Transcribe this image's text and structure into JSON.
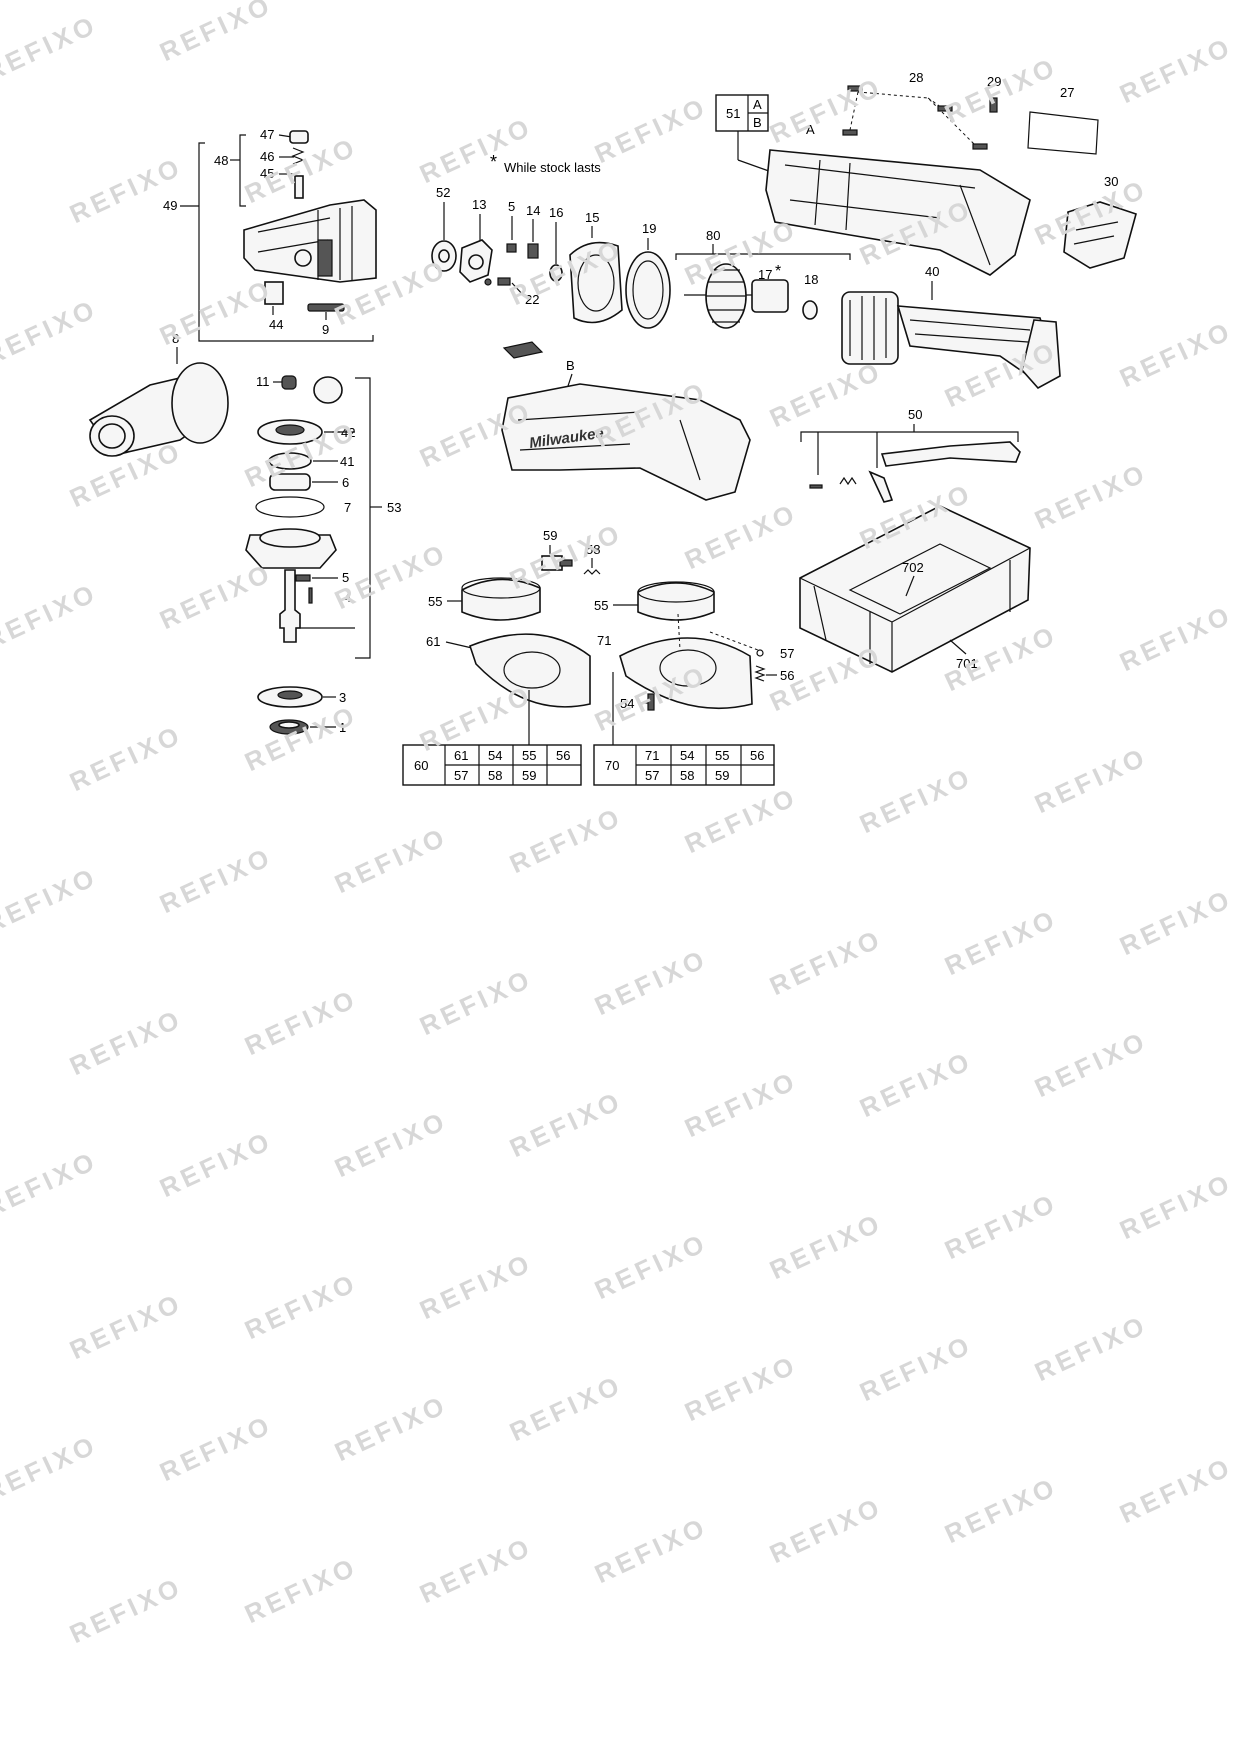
{
  "note": {
    "star": "*",
    "text": "While stock lasts"
  },
  "watermark": "REFIXO",
  "callouts": {
    "c1": "1",
    "c3": "3",
    "c4": "4",
    "c5a": "5",
    "c5b": "5",
    "c6": "6",
    "c7": "7",
    "c8": "8",
    "c9": "9",
    "c11": "11",
    "c13": "13",
    "c14": "14",
    "c15": "15",
    "c16": "16",
    "c17": "17",
    "c17star": "*",
    "c18": "18",
    "c19": "19",
    "c22": "22",
    "c27": "27",
    "c28": "28",
    "c29": "29",
    "c30": "30",
    "c40": "40",
    "c41": "41",
    "c42": "42",
    "c44": "44",
    "c45": "45",
    "c46": "46",
    "c47": "47",
    "c48": "48",
    "c49": "49",
    "c50": "50",
    "c52": "52",
    "c53": "53",
    "c54a": "54",
    "c55a": "55",
    "c55b": "55",
    "c56": "56",
    "c57": "57",
    "c58": "58",
    "c59": "59",
    "c61": "61",
    "c71": "71",
    "c80": "80",
    "c701": "701",
    "c702": "702",
    "cA": "A",
    "cB": "B"
  },
  "kit51": {
    "id": "51",
    "top": "A",
    "bottom": "B"
  },
  "kit60": {
    "id": "60",
    "row1": [
      "61",
      "54",
      "55",
      "56"
    ],
    "row2": [
      "57",
      "58",
      "59",
      ""
    ]
  },
  "kit70": {
    "id": "70",
    "row1": [
      "71",
      "54",
      "55",
      "56"
    ],
    "row2": [
      "57",
      "58",
      "59",
      ""
    ]
  },
  "brand_on_housing": "Milwaukee"
}
